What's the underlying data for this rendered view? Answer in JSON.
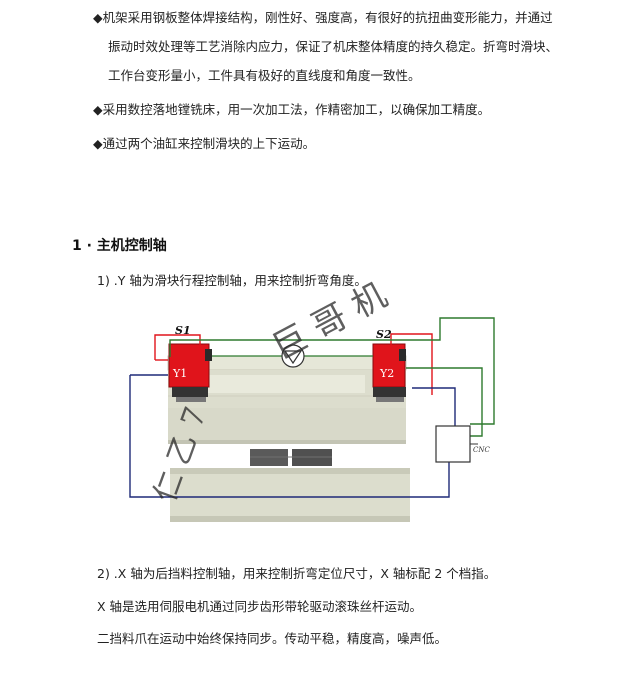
{
  "paragraphs": {
    "p1_l1": "◆机架采用钢板整体焊接结构，刚性好、强度高，有很好的抗扭曲变形能力，并通过",
    "p1_l2": "振动时效处理等工艺消除内应力，保证了机床整体精度的持久稳定。折弯时滑块、",
    "p1_l3": "工作台变形量小，工件具有极好的直线度和角度一致性。",
    "p2": "◆采用数控落地镗铣床，用一次加工法，作精密加工，以确保加工精度。",
    "p3": "◆通过两个油缸来控制滑块的上下运动。"
  },
  "section": {
    "heading": "1 · 主机控制轴",
    "y_axis_text": "1) .Y 轴为滑块行程控制轴，用来控制折弯角度。",
    "x_axis_text": "2) .X 轴为后挡料控制轴，用来控制折弯定位尺寸，X 轴标配 2 个档指。",
    "x_axis_detail": "X 轴是选用伺服电机通过同步齿形带轮驱动滚珠丝杆运动。",
    "sync_text": "二挡料爪在运动中始终保持同步。传动平稳，精度高，噪声低。"
  },
  "diagram": {
    "label_s1": "S1",
    "label_s2": "S2",
    "label_y1": "Y1",
    "label_y2": "Y2",
    "label_cnc": "CNC",
    "colors": {
      "cylinder_red": "#e0141b",
      "sensor_green": "#2e7a2e",
      "wire_blue": "#1e2a78",
      "machine_body": "#dedfcf",
      "machine_shadow": "#c3c4b4",
      "die_dark": "#555555"
    }
  },
  "watermark": {
    "upper": "巨  哥  机",
    "lower": "仁  乙  7"
  }
}
